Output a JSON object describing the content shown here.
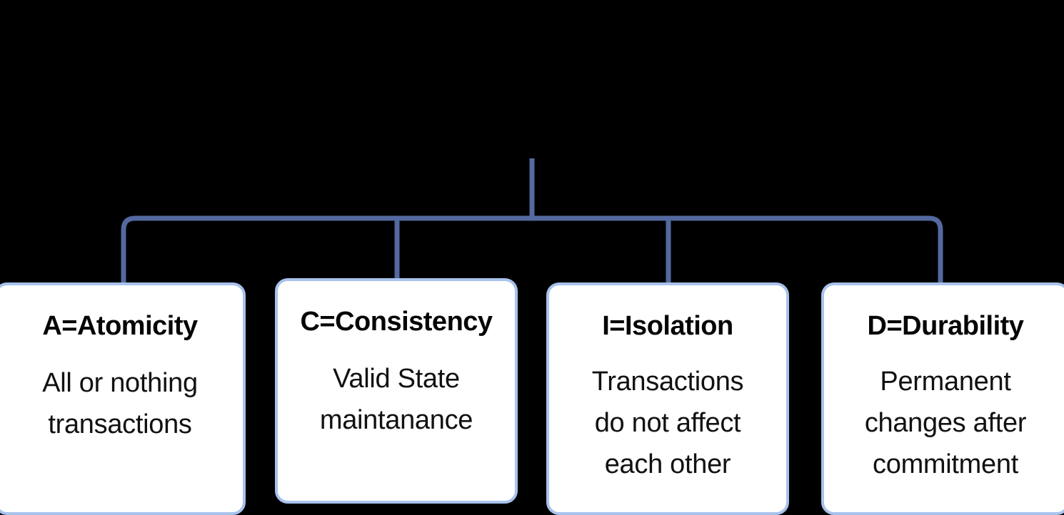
{
  "diagram": {
    "type": "hierarchy-tree",
    "background_color": "#000000",
    "connector_color": "#53699f",
    "node_border_color": "#a8c2ec",
    "node_fill_color": "#ffffff",
    "node_text_color": "#050505",
    "nodes": [
      {
        "key": "atomicity",
        "title": "A=Atomicity",
        "description_lines": [
          "All or nothing",
          "transactions"
        ]
      },
      {
        "key": "consistency",
        "title": "C=Consistency",
        "description_lines": [
          "Valid State",
          "maintanance"
        ]
      },
      {
        "key": "isolation",
        "title": "I=Isolation",
        "description_lines": [
          "Transactions",
          "do not affect",
          "each other"
        ]
      },
      {
        "key": "durability",
        "title": "D=Durability",
        "description_lines": [
          "Permanent",
          "changes after",
          "commitment"
        ]
      }
    ]
  }
}
